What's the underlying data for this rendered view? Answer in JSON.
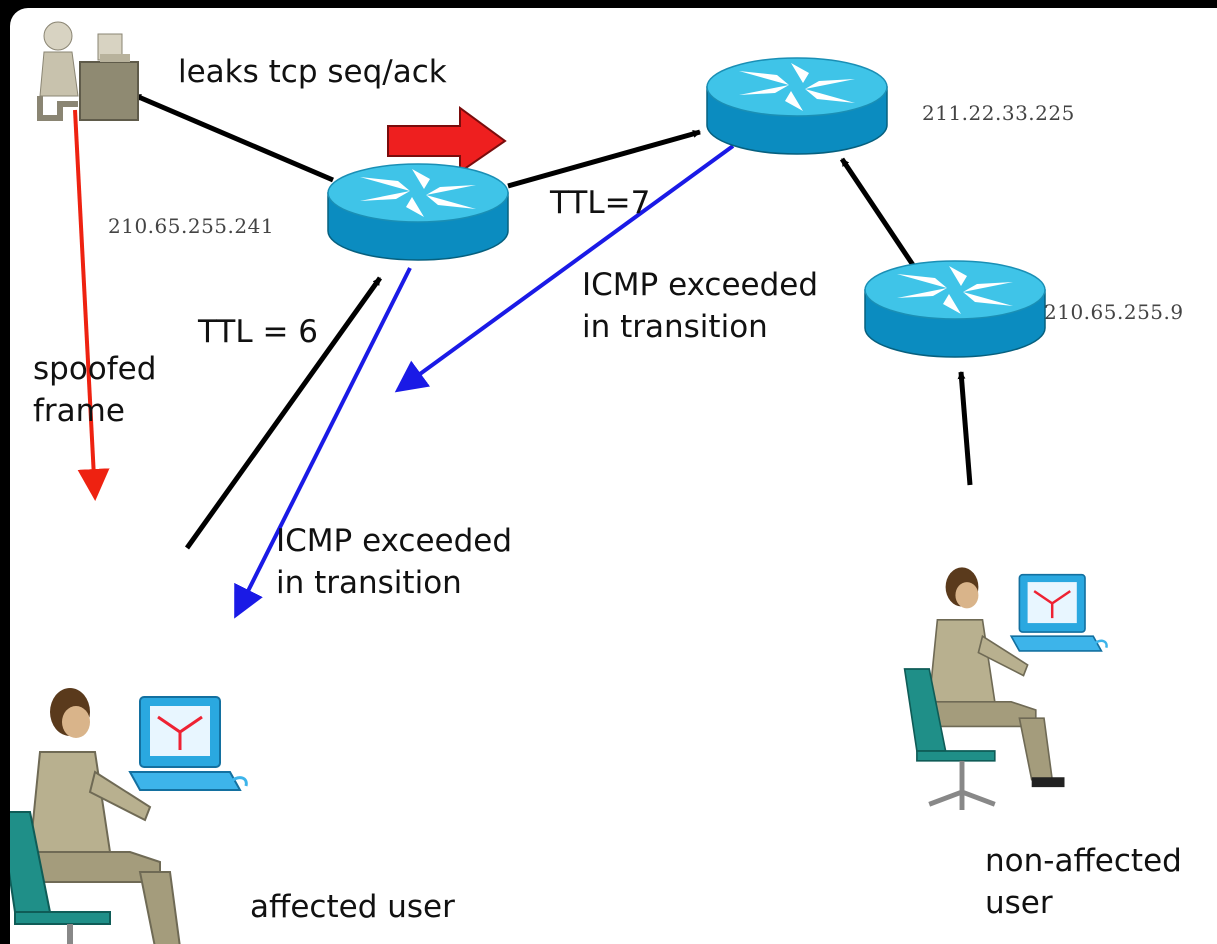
{
  "labels": {
    "leaks": "leaks tcp seq/ack",
    "ttl7": "TTL=7",
    "ttl6": "TTL = 6",
    "icmp_top_line1": "ICMP exceeded",
    "icmp_top_line2": "in transition",
    "icmp_bottom_line1": "ICMP exceeded",
    "icmp_bottom_line2": "in transition",
    "spoofed_line1": "spoofed",
    "spoofed_line2": "frame",
    "affected_user": "affected user",
    "non_affected_line1": "non-affected",
    "non_affected_line2": "user"
  },
  "ips": {
    "router_left": "210.65.255.241",
    "router_top": "211.22.33.225",
    "router_right": "210.65.255.9"
  },
  "icons": [
    "attacker-workstation-icon",
    "router-icon",
    "user-workstation-icon",
    "direction-arrow-icon"
  ],
  "colors": {
    "router_top": "#3fc4e8",
    "router_body": "#0b8cc0",
    "spoofed_arrow": "#ee2211",
    "icmp_arrow": "#1a1ae6",
    "traffic_arrow": "#000000",
    "direction_arrow": "#ee1f1f"
  }
}
